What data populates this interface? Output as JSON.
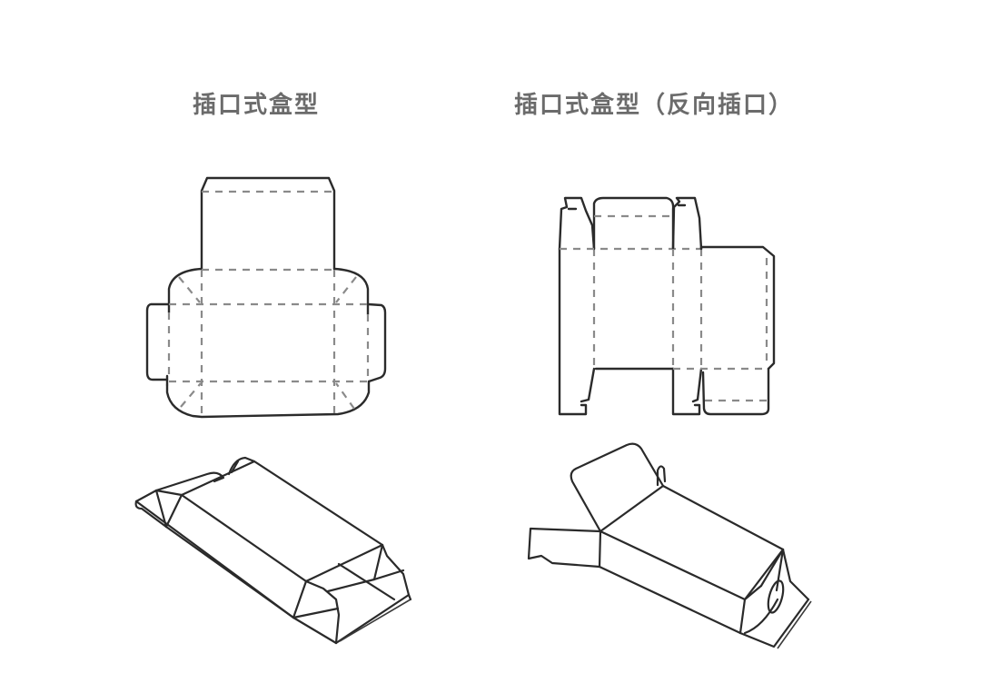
{
  "figures": [
    {
      "title": "插口式盒型",
      "dieline_label": "flat-dieline",
      "folded_label": "folded-3d-view"
    },
    {
      "title": "插口式盒型（反向插口）",
      "dieline_label": "flat-dieline",
      "folded_label": "folded-3d-view"
    }
  ],
  "legend": {
    "cut_line": "solid",
    "fold_line": "dashed"
  },
  "colors": {
    "title": "#6b6b6b",
    "cut_line": "#2b2b2b",
    "fold_line": "#8a8a8a",
    "background": "#ffffff"
  }
}
